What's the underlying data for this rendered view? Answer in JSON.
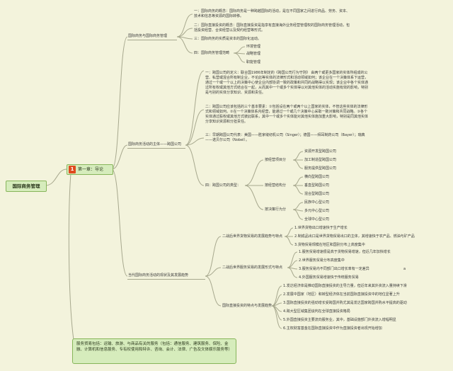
{
  "root": {
    "label": "国际商务管理"
  },
  "chapter": {
    "number": "1",
    "label": "第一章：导论"
  },
  "branches": {
    "b1": "国际商务与国际商务管理",
    "b2": "国际商务活动的主体——跨国公司",
    "b3": "当代国际商务活动的现状及其发展趋势"
  },
  "b1": {
    "i1": "一：国际商务的概念：国际商务是一种跨越国际的活动，是在不同国家之间进行商品、劳务、资本、技术和信息等资源的国际转移。",
    "i2": "二：国际直接投资的概念：国际直接投资是指享有直接海外业务经营管理权的国际商务管理活动，包括投资经营、合资经营以及契约经营等形式。",
    "i3": "三：国际商务的实质是资本的国际化运动。",
    "i4": "四：国际商务管理范畴",
    "scope": [
      "环境管理",
      "战略管理",
      "职能管理"
    ]
  },
  "b2": {
    "i1": "一：跨国公司的定义：联合国1986年制定的《跨国公司行为守则》 由两个或更多国家的实体所组成的公营、私营或混合所有制企业，不论此等实体的法律形式和活动领域如何；该企业在一个决策体系下运营，通过一个或一个以上的决策中心使企业内部协调一致的政策和共同的战略得以实现；该企业中各个实体通过所有权或其他方式结合在一起，从而其中一个或多个实体得以对其他实体的活动实施有效的影响，特别是与别的实体分享知识、资源和责任。",
    "i2": "二：跨国公司应该包括的三个基本要素：①包括设在两个或两个以上国家的实体，不管这些实体的法律形式和领域如何。②在一个决策体系内经营，能通过一个或几个决策中心采取一致对策和共同战略。③各个实体通过股权或其他方式彼此联系，其中一个或多个实体能对其他实体施加重大影响，特别是同其他实体分享知识资源和分担责任。",
    "i3": "三：早期跨国公司代表：美国——胜家缝纫机公司（Singer）；德国——拜耳制药公司（Bayer）；瑞典——诺贝尔公司（Nobel）。",
    "i4": "四：跨国公司的类型：",
    "t1": "按经营项目分",
    "t1items": [
      "资源开发型跨国公司",
      "加工制造型跨国公司",
      "服务提供型跨国公司"
    ],
    "t2": "按经营结构分",
    "t2items": [
      "横向型跨国公司",
      "垂直型跨国公司",
      "混合型跨国公司"
    ],
    "t3": "按决策行为分",
    "t3items": [
      "民族中心型公司",
      "多元中心型公司",
      "全球中心型公司"
    ]
  },
  "b3": {
    "s1": "二战后世界货物贸易的发展趋势与特点",
    "s1items": [
      "1.世界货物出口增速快于生产增长",
      "2.制成品出口是世界货物贸易出口的主体，其增速快于农产品、燃油与矿产品",
      "3.货物贸易规模在地区和国别分布上高度集中"
    ],
    "s2": "二战后世界服务贸易的发展形式与特点",
    "s2items": [
      "1.服务贸易增速很是高于货物贸易增速，但近几年加快增长",
      "2.世界服务贸易分布高度集中",
      "3.服务贸易内不同部门出口增长率有一定差异",
      "4.外国服务贸易增速快于传统服务贸易"
    ],
    "s2mark": "a",
    "s3": "国际直接投资的特点与发展趋势",
    "s3items": [
      "1.发达经济体是推动国际直接投资的主导力量，但近年来其外资流入量持续下滑",
      "2.发展中国家（地区）和转型经济体在当前国际直接投资中的地位显著上升",
      "3.国际直接投资的强劲增长受跨国并购尤其是发达国家跨国并购水平提高的驱动",
      "4.跨大型区域集团谈判在全球直接投资格局",
      "5.外国直接投资主要流向服务业，其中，基础设施部门外资流入增幅明显",
      "6.主权财富基金在国际直接投资中作为直接投资者出现开始增加"
    ]
  },
  "note": {
    "text": "服务贸易包括：运输、旅游、与商品有关的服务（包括：通信服务、建筑服务、保险、金融、计算机和信息服务、专有权使用和特许、咨询、会计、法律、广告及文体娱乐服务等）"
  }
}
